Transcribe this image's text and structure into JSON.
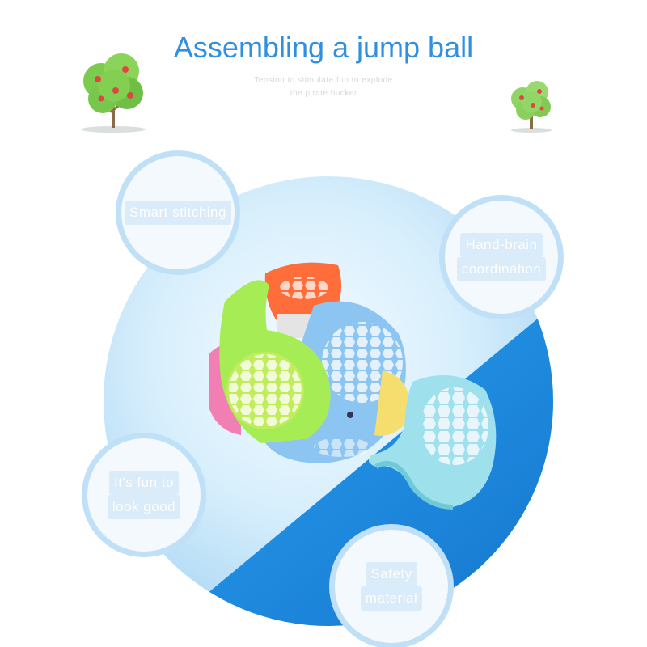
{
  "header": {
    "title": "Assembling a jump ball",
    "subtitle_line1": "Tension to stimulate fun to explode",
    "subtitle_line2": "the pirate bucket"
  },
  "features": [
    {
      "line1": "Smart stitching",
      "line2": ""
    },
    {
      "line1": "Hand-brain",
      "line2": "coordination"
    },
    {
      "line1": "It's fun to",
      "line2": "look good"
    },
    {
      "line1": "Safety",
      "line2": "material"
    }
  ],
  "colors": {
    "title": "#2f8fe0",
    "circle_light": "#c7e6fa",
    "circle_dark": "#1f8fe6",
    "bubble_ring": "#bfe0f6"
  },
  "icons": [
    "tree-icon",
    "tree-icon"
  ]
}
